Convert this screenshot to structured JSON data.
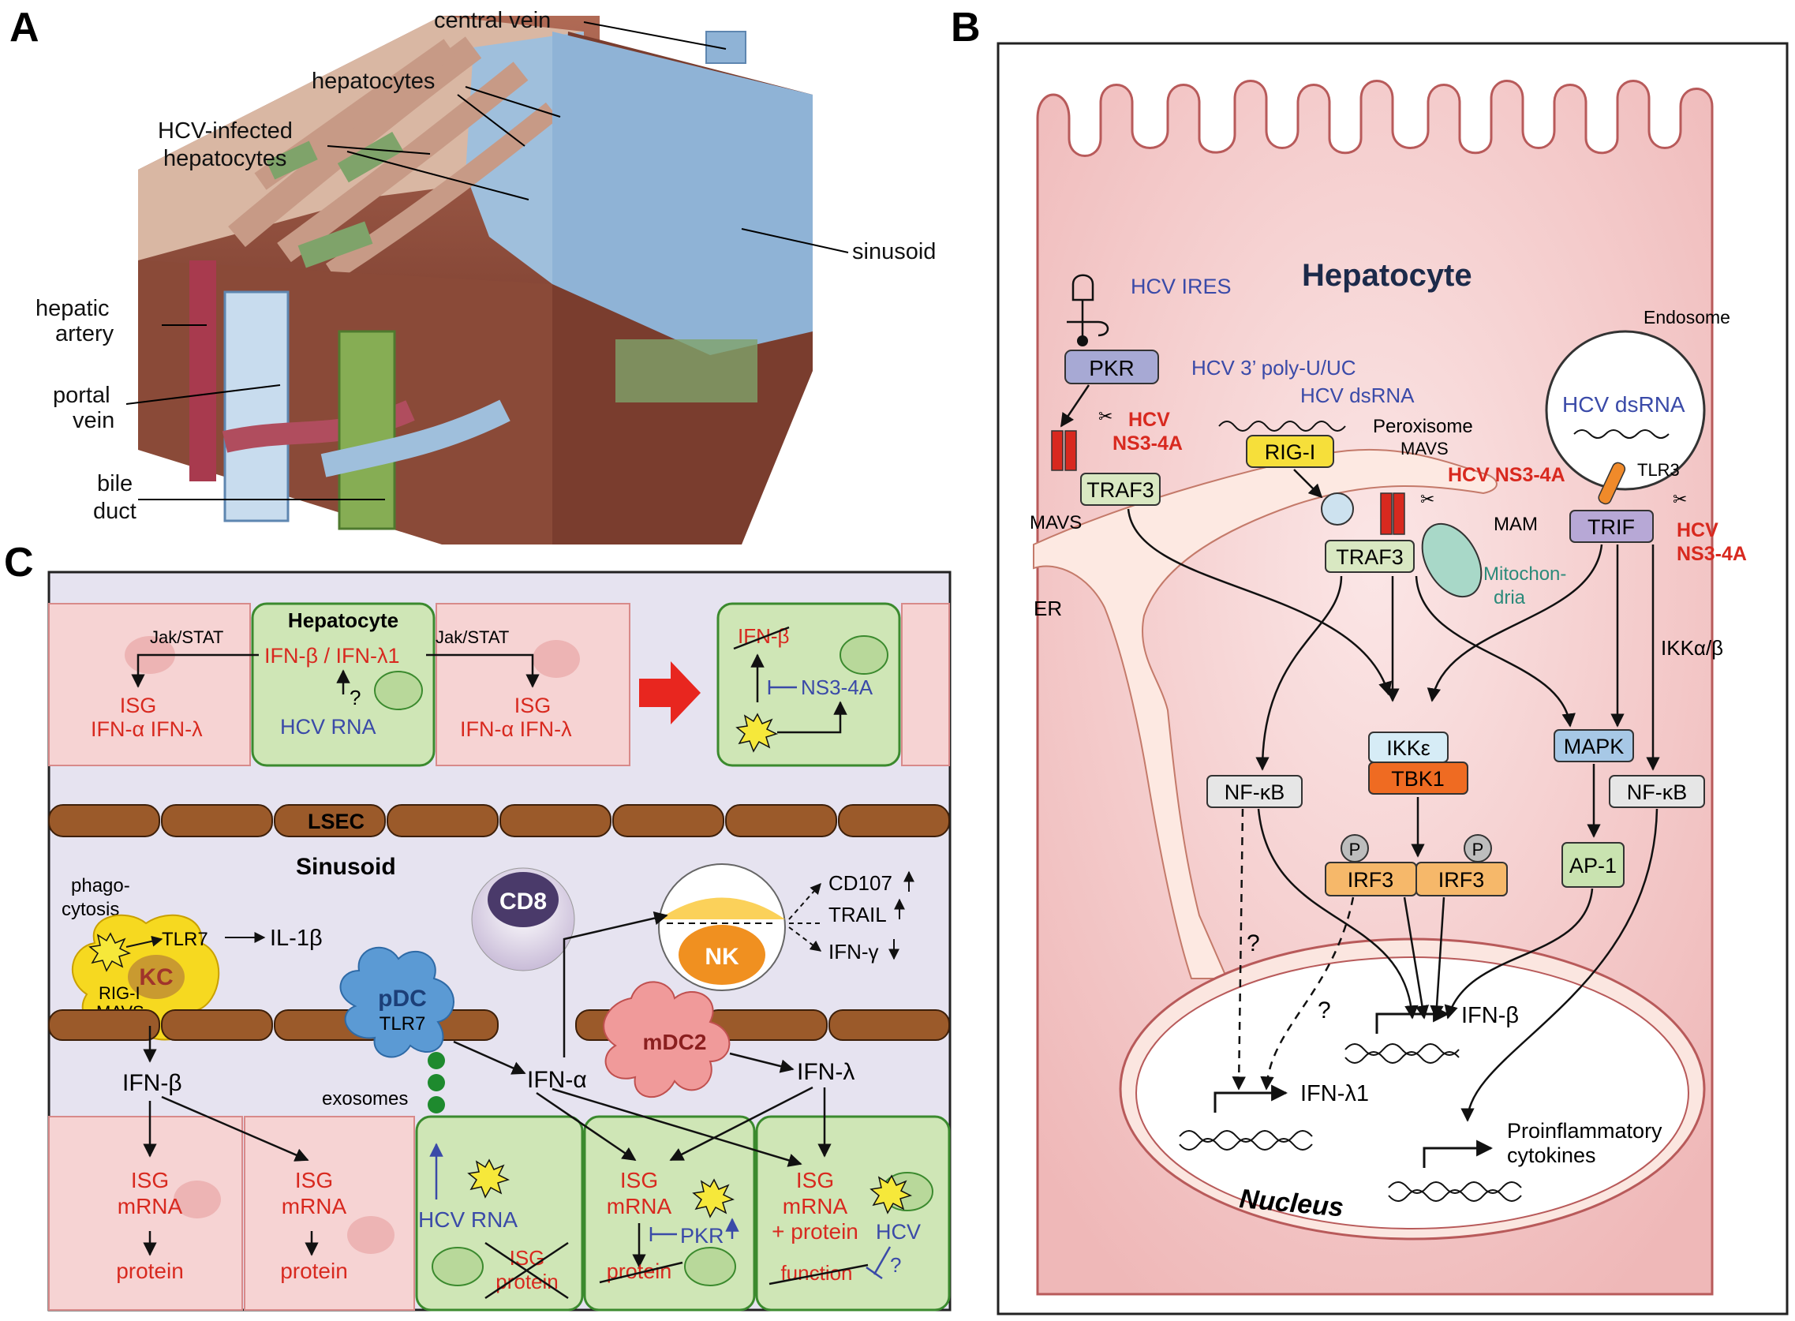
{
  "panels": {
    "a": "A",
    "b": "B",
    "c": "C"
  },
  "panel_a": {
    "central_vein": "central vein",
    "hepatocytes": "hepatocytes",
    "infected_line1": "HCV-infected",
    "infected_line2": "hepatocytes",
    "sinusoid": "sinusoid",
    "artery_line1": "hepatic",
    "artery_line2": "artery",
    "portal_line1": "portal",
    "portal_line2": "vein",
    "bile_line1": "bile",
    "bile_line2": "duct"
  },
  "panel_b": {
    "title": "Hepatocyte",
    "hcv_ires": "HCV IRES",
    "pkr": "PKR",
    "hcv_ns34a": "HCV",
    "ns34a": "NS3-4A",
    "mavs": "MAVS",
    "traf3": "TRAF3",
    "er": "ER",
    "poly_u": "HCV 3’ poly-U/UC",
    "dsrna": "HCV dsRNA",
    "rig_i": "RIG-I",
    "peroxisome": "Peroxisome",
    "mavs2": "MAVS",
    "hcv_ns34a_full": "HCV NS3-4A",
    "mam": "MAM",
    "traf3b": "TRAF3",
    "mito_line1": "Mitochon-",
    "mito_line2": "dria",
    "endosome": "Endosome",
    "endo_dsrna": "HCV dsRNA",
    "tlr3": "TLR3",
    "trif": "TRIF",
    "ikkab": "IKKα/β",
    "ikke": "IKKε",
    "tbk1": "TBK1",
    "mapk": "MAPK",
    "nfkb1": "NF-κB",
    "nfkb2": "NF-κB",
    "p": "P",
    "irf3": "IRF3",
    "ap1": "AP-1",
    "q": "?",
    "ifnb": "IFN-β",
    "ifnl1": "IFN-λ1",
    "proinf_line1": "Proinflammatory",
    "proinf_line2": "cytokines",
    "nucleus": "Nucleus"
  },
  "panel_c": {
    "hepatocyte": "Hepatocyte",
    "jak1": "Jak/STAT",
    "jak2": "Jak/STAT",
    "ifn_b_l1": "IFN-β / IFN-λ1",
    "isg": "ISG",
    "ifna_ifnl": "IFN-α  IFN-λ",
    "hcv_rna": "HCV RNA",
    "q": "?",
    "ifnb_struck": "IFN-β",
    "ns34a": "NS3-4A",
    "lsec": "LSEC",
    "sinusoid": "Sinusoid",
    "phago1": "phago-",
    "phago2": "cytosis",
    "tlr7": "TLR7",
    "il1b": "IL-1β",
    "kc": "KC",
    "rigi": "RIG-I",
    "mavs": "MAVS",
    "cd8": "CD8",
    "nk": "NK",
    "cd107": "CD107",
    "trail": "TRAIL",
    "ifng": "IFN-γ",
    "pdc": "pDC",
    "pdc_tlr7": "TLR7",
    "mdc2": "mDC2",
    "exosomes": "exosomes",
    "ifna": "IFN-α",
    "ifnl": "IFN-λ",
    "ifnb": "IFN-β",
    "isg_mrna_isg": "ISG",
    "mrna": "mRNA",
    "protein": "protein",
    "hcv_rna2": "HCV RNA",
    "isg_protein_1": "ISG",
    "isg_protein_2": "protein",
    "pkr": "PKR",
    "plus_protein": "+ protein",
    "hcv": "HCV",
    "function": "function",
    "q2": "?"
  }
}
